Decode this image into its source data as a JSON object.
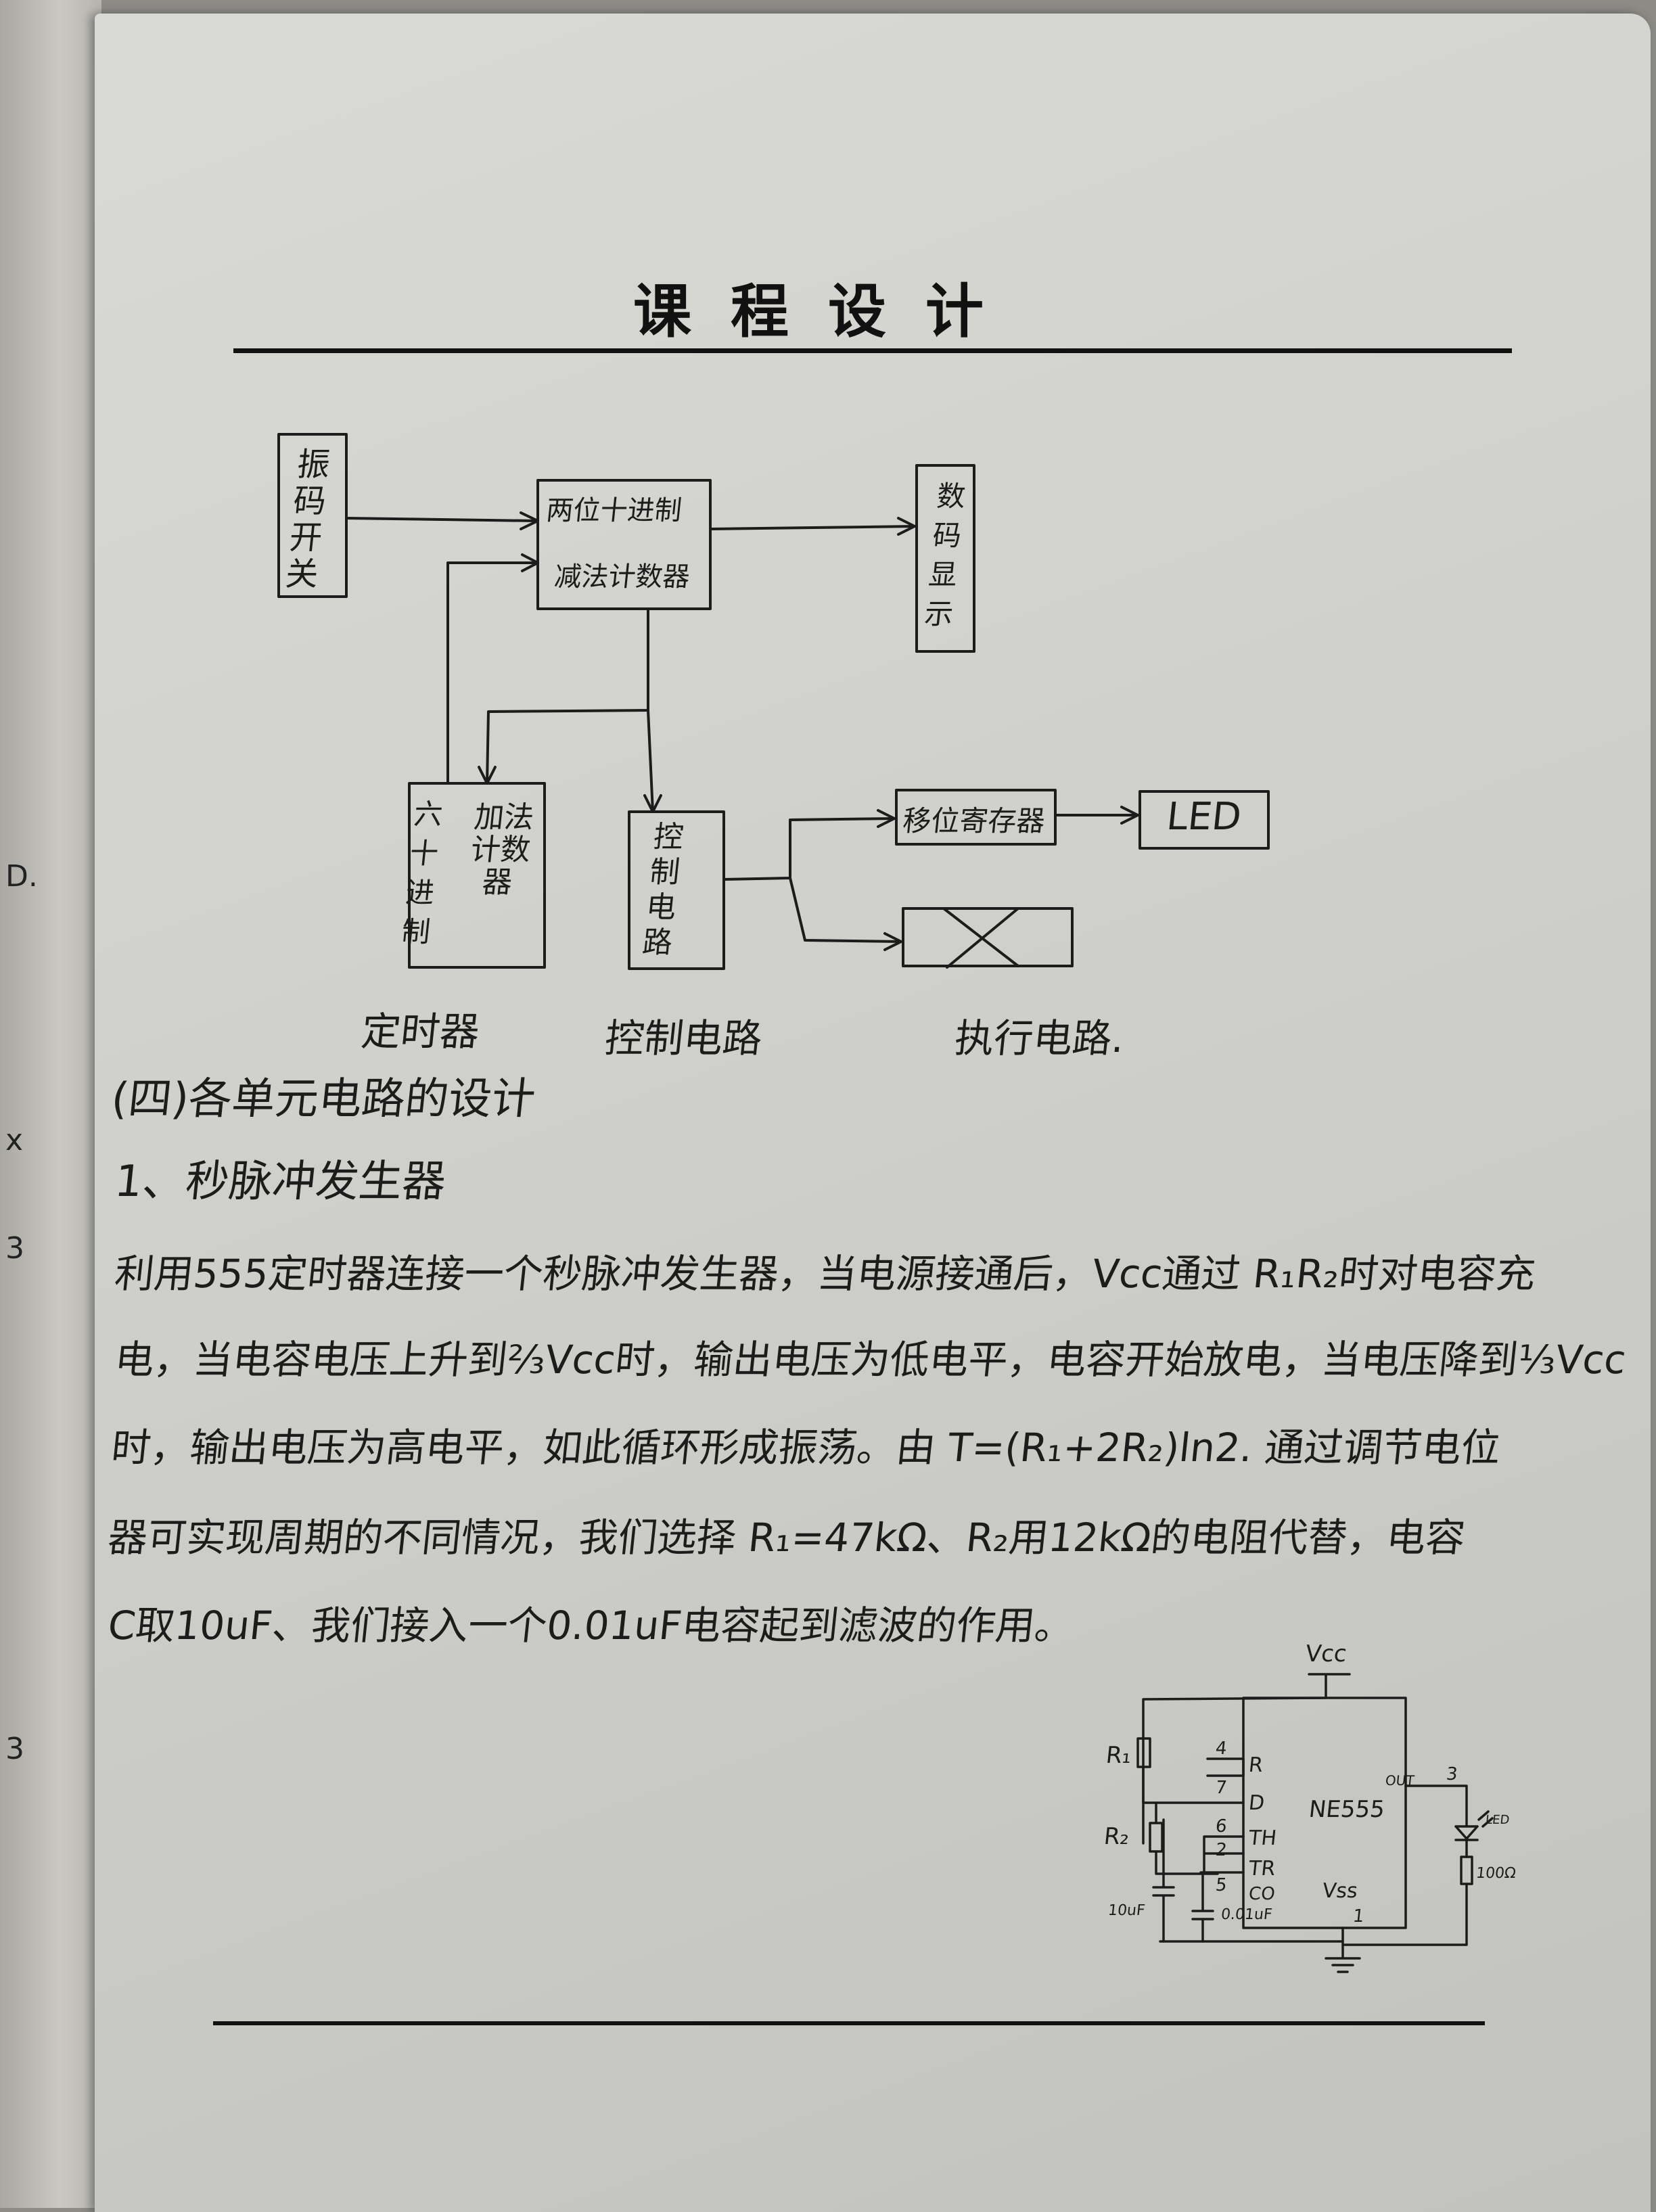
{
  "left_page_marks": [
    "D.",
    "x",
    "3",
    "3"
  ],
  "header": {
    "title": "课程设计"
  },
  "block_diagram": {
    "blocks": {
      "switch": "振码开关",
      "counter": [
        "两位十进制",
        "减法计数器"
      ],
      "display": "数码显示",
      "timer60_left": "六十进制",
      "timer60_right": "加法计数器",
      "control": "控制电路",
      "shift_register": "移位寄存器",
      "led": "LED"
    },
    "captions": {
      "timer": "定时器",
      "control": "控制电路",
      "exec": "执行电路."
    }
  },
  "section": {
    "heading": "(四)各单元电路的设计",
    "subheading": "1、秒脉冲发生器",
    "lines": [
      "利用555定时器连接一个秒脉冲发生器，当电源接通后，Vcc通过 R₁R₂时对电容充",
      "电，当电容电压上升到⅔Vcc时，输出电压为低电平，电容开始放电，当电压降到⅓Vcc",
      "时，输出电压为高电平，如此循环形成振荡。由 T=(R₁+2R₂)ln2. 通过调节电位",
      "器可实现周期的不同情况，我们选择 R₁=47kΩ、R₂用12kΩ的电阻代替，电容",
      "C取10uF、我们接入一个0.01uF电容起到滤波的作用。"
    ]
  },
  "circuit": {
    "vcc": "Vcc",
    "r1": "R₁",
    "r2": "R₂",
    "c1": "10uF",
    "c2": "0.01uF",
    "chip": "NE555",
    "pins": [
      "4",
      "7",
      "6",
      "2",
      "5",
      "3",
      "1"
    ],
    "pin_names": [
      "R",
      "D",
      "TH",
      "TR",
      "CO"
    ],
    "out": "OUT",
    "vss": "Vss",
    "resistor": "100Ω",
    "led": "LED"
  }
}
